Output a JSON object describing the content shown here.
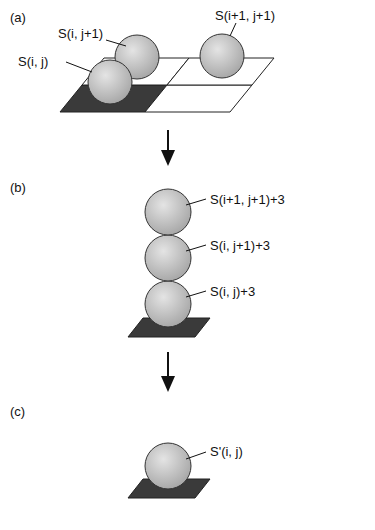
{
  "diagram": {
    "labels": [
      "(a)",
      "S(i, j+1)",
      "S(i+1, j+1)",
      "S(i, j)",
      "(b)",
      "S(i+1, j+1)+3",
      "S(i, j+1)+3",
      "S(i, j)+3",
      "(c)",
      "S'(i, j)"
    ]
  }
}
